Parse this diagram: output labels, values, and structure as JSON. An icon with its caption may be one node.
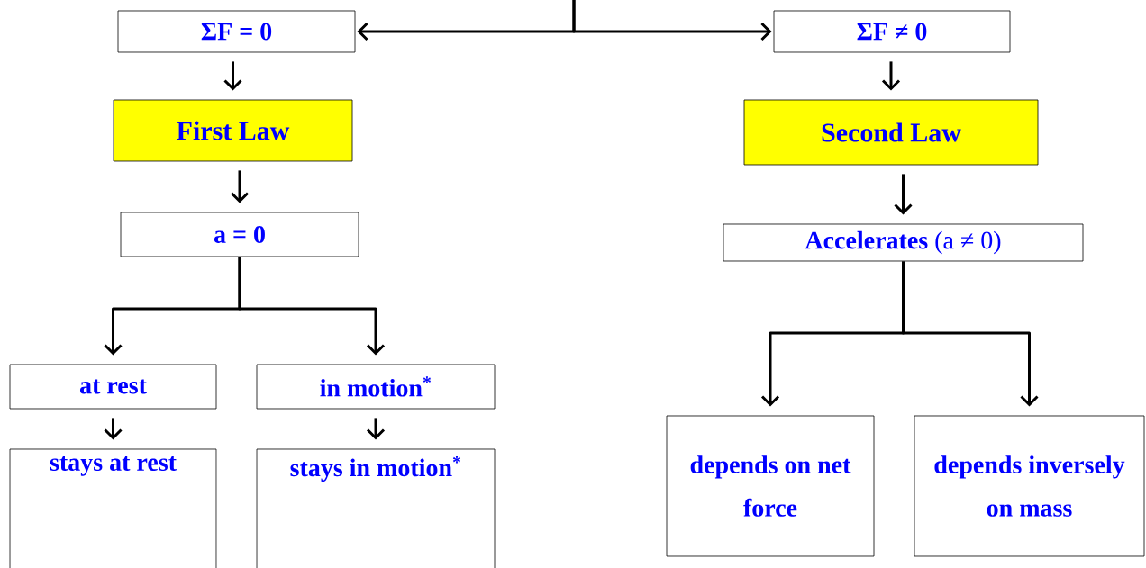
{
  "diagram": {
    "nodes": [
      {
        "text": [
          "ΣF = 0"
        ]
      },
      {
        "text": [
          "ΣF ≠ 0"
        ]
      },
      {
        "text": [
          "First Law"
        ]
      },
      {
        "text": [
          "Second Law"
        ]
      },
      {
        "text": [
          "a = 0"
        ]
      },
      {
        "text": [
          "**Accelerates** (a ≠ 0)"
        ]
      },
      {
        "text": [
          "at rest"
        ]
      },
      {
        "text": [
          "in motion$^{*}$"
        ]
      },
      {
        "text": [
          "stays at rest"
        ]
      },
      {
        "text": [
          "stays in motion$^{*}$"
        ]
      },
      {
        "text": [
          "depends on net force"
        ]
      },
      {
        "text": [
          "depends inversely on mass"
        ]
      }
    ],
    "edges": [
      {
        "from": null,
        "to": 0,
        "arrow": "to"
      },
      {
        "from": null,
        "to": 1,
        "arrow": "to"
      },
      {
        "from": 0,
        "to": 2,
        "arrow": "to"
      },
      {
        "from": 2,
        "to": 4,
        "arrow": "to"
      },
      {
        "from": 4,
        "to": 6,
        "arrow": "to"
      },
      {
        "from": 4,
        "to": 7,
        "arrow": "to"
      },
      {
        "from": 6,
        "to": 8,
        "arrow": "to"
      },
      {
        "from": 7,
        "to": 9,
        "arrow": "to"
      },
      {
        "from": 1,
        "to": 3,
        "arrow": "to"
      },
      {
        "from": 3,
        "to": 5,
        "arrow": "to"
      },
      {
        "from": 5,
        "to": 10,
        "arrow": "to"
      },
      {
        "from": 5,
        "to": 11,
        "arrow": "to"
      }
    ]
  }
}
